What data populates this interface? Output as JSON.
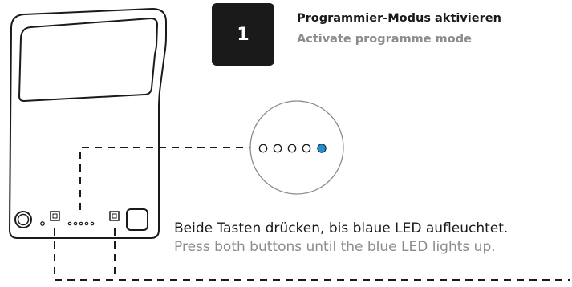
{
  "step": {
    "number": "1",
    "title_de": "Programmier-Modus aktivieren",
    "title_en": "Activate programme mode"
  },
  "instruction": {
    "text_de": "Beide Tasten drücken, bis blaue LED aufleuchtet.",
    "text_en": "Press both buttons until the blue LED lights up."
  },
  "led_indicator": {
    "led_count": 5,
    "active_led_index": 4,
    "active_color": "#1f8fd6"
  },
  "colors": {
    "ink": "#1a1a1a",
    "muted": "#8c8c8c",
    "badge": "#1a1a1a"
  },
  "icons": {
    "device": "device-outline-icon",
    "led_zoom": "led-zoom-circle-icon"
  }
}
